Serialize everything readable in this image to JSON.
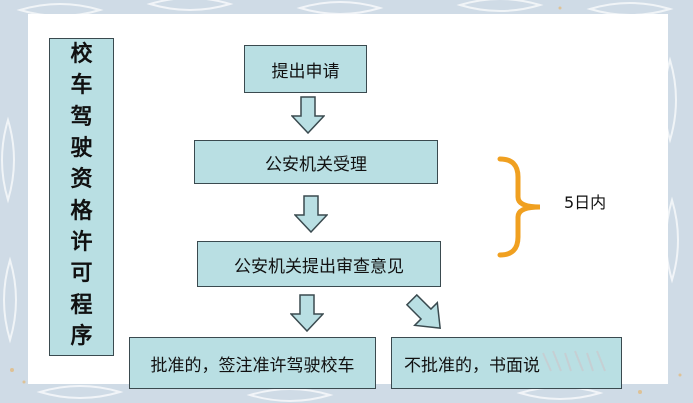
{
  "title": [
    "校",
    "车",
    "驾",
    "驶",
    "资",
    "格",
    "许",
    "可",
    "程",
    "序"
  ],
  "steps": {
    "apply": "提出申请",
    "accept": "公安机关受理",
    "opinion": "公安机关提出审查意见",
    "approve": "批准的，签注准许驾驶校车",
    "reject": "不批准的，书面说"
  },
  "timeframe": "5日内",
  "colors": {
    "box_fill": "#b9dfe3",
    "box_border": "#3a4a4f",
    "brace": "#f0a020",
    "arrow_fill": "#b9dfe3"
  }
}
